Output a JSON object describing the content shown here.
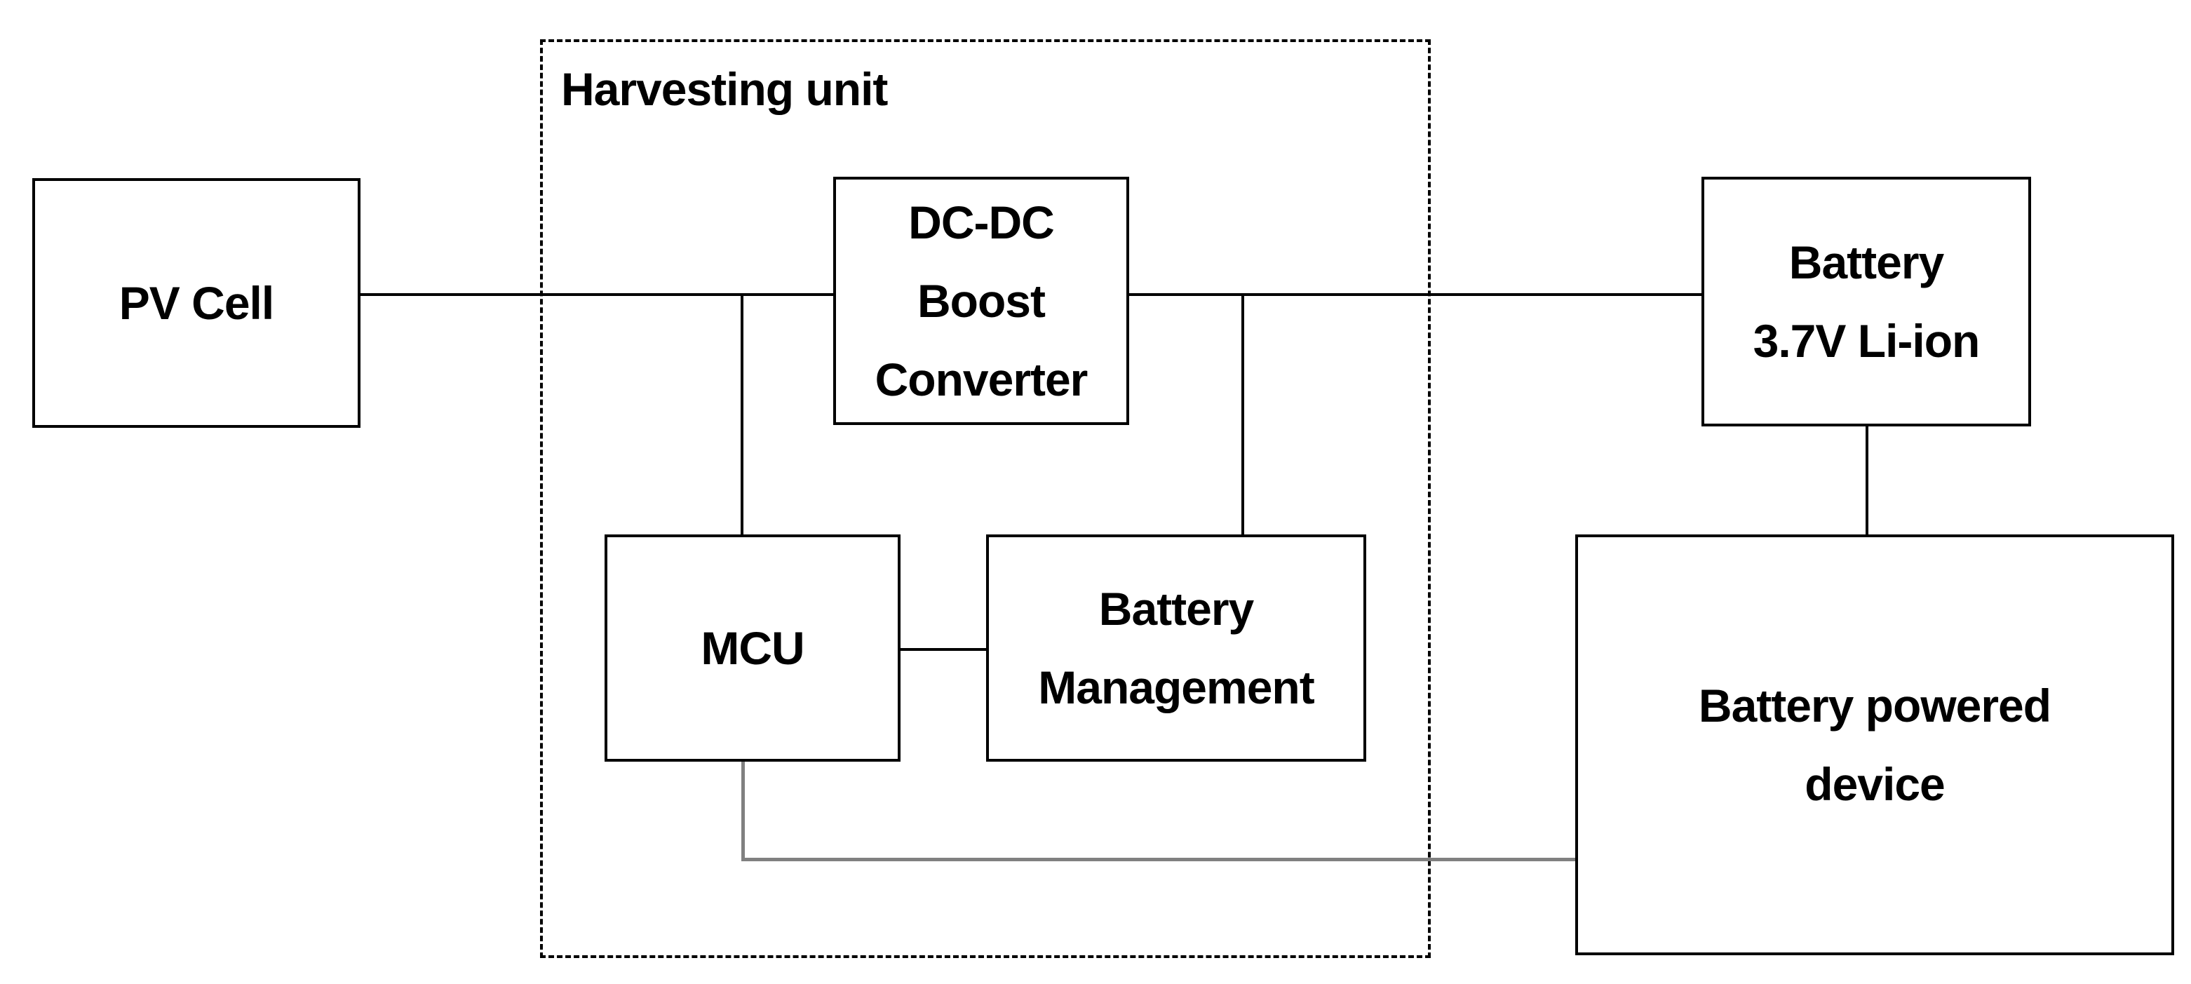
{
  "diagram": {
    "background_color": "#ffffff",
    "stroke_color": "#000000",
    "control_line_color": "#808080",
    "container": {
      "label": "Harvesting unit"
    },
    "nodes": {
      "pv_cell": {
        "label": "PV Cell"
      },
      "dcdc": {
        "line1": "DC-DC",
        "line2": "Boost",
        "line3": "Converter"
      },
      "battery": {
        "line1": "Battery",
        "line2": "3.7V Li-ion"
      },
      "mcu": {
        "label": "MCU"
      },
      "battery_management": {
        "line1": "Battery",
        "line2": "Management"
      },
      "battery_powered_device": {
        "line1": "Battery powered",
        "line2": "device"
      }
    }
  }
}
